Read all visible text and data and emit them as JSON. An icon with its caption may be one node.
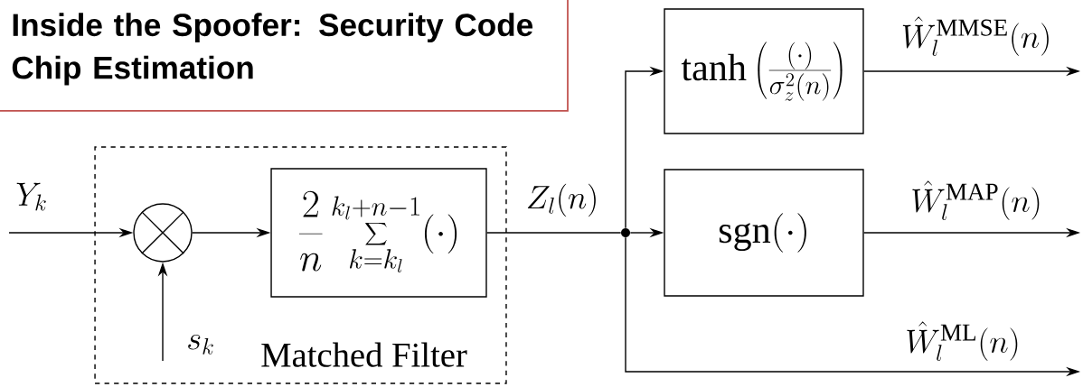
{
  "diagram": {
    "title": "Inside the Spoofer: Security Code Chip Estimation",
    "nodes": [
      {
        "text": [
          "Matched Filter"
        ]
      },
      {
        "text": [],
        "shape": "circle",
        "in": 0
      },
      {
        "text": [
          "\\frac{2}{n}\\sum_{k=k_l}^{k_l+n-1}(\\cdot)"
        ],
        "in": 0
      },
      {
        "text": [
          "\\tanh\\left(\\frac{(\\cdot)}{\\sigma_z^2(n)}\\right)"
        ]
      },
      {
        "text": [
          "\\mathrm{sgn}(\\cdot)"
        ]
      },
      {
        "text": [],
        "shape": "circle"
      }
    ],
    "edges": [
      {
        "from": null,
        "to": 1,
        "arrow": "to",
        "label": "Y_k"
      },
      {
        "from": null,
        "to": 1,
        "arrow": "to",
        "label": "s_k"
      },
      {
        "from": 1,
        "to": 2,
        "arrow": "to"
      },
      {
        "from": 2,
        "to": 5,
        "arrow": "none",
        "label": "Z_l(n)"
      },
      {
        "from": 5,
        "to": 3,
        "arrow": "to"
      },
      {
        "from": 5,
        "to": 4,
        "arrow": "to"
      },
      {
        "from": 5,
        "to": null,
        "arrow": "to",
        "label": "\\hat{W}_l^{\\mathrm{ML}}(n)"
      },
      {
        "from": 3,
        "to": null,
        "arrow": "to",
        "label": "\\hat{W}_l^{\\mathrm{MMSE}}(n)"
      },
      {
        "from": 4,
        "to": null,
        "arrow": "to",
        "label": "\\hat{W}_l^{\\mathrm{MAP}}(n)"
      }
    ]
  }
}
